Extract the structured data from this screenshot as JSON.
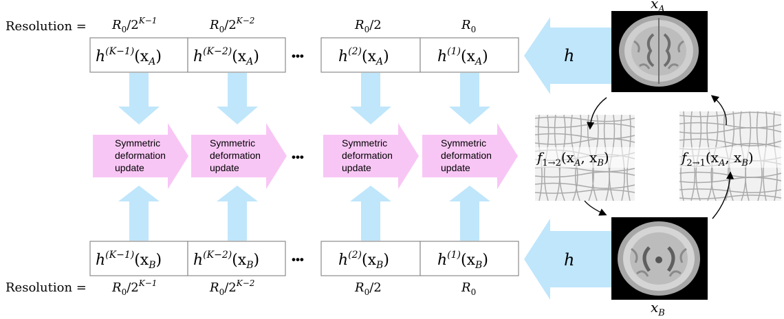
{
  "resolution_label": "Resolution =",
  "resolutions": {
    "top": [
      {
        "base": "R",
        "sub": "0",
        "rest": "/2",
        "sup": "K−1"
      },
      {
        "base": "R",
        "sub": "0",
        "rest": "/2",
        "sup": "K−2"
      },
      {
        "base": "R",
        "sub": "0",
        "rest": "/2",
        "sup": ""
      },
      {
        "base": "R",
        "sub": "0",
        "rest": "",
        "sup": ""
      }
    ],
    "bottom": [
      {
        "base": "R",
        "sub": "0",
        "rest": "/2",
        "sup": "K−1"
      },
      {
        "base": "R",
        "sub": "0",
        "rest": "/2",
        "sup": "K−2"
      },
      {
        "base": "R",
        "sub": "0",
        "rest": "/2",
        "sup": ""
      },
      {
        "base": "R",
        "sub": "0",
        "rest": "",
        "sup": ""
      }
    ]
  },
  "features": {
    "top": [
      {
        "h": "h",
        "sup": "(K−1)",
        "arg": "(x",
        "argsub": "A",
        "close": ")"
      },
      {
        "h": "h",
        "sup": "(K−2)",
        "arg": "(x",
        "argsub": "A",
        "close": ")"
      },
      {
        "h": "h",
        "sup": "(2)",
        "arg": "(x",
        "argsub": "A",
        "close": ")"
      },
      {
        "h": "h",
        "sup": "(1)",
        "arg": "(x",
        "argsub": "A",
        "close": ")"
      }
    ],
    "bottom": [
      {
        "h": "h",
        "sup": "(K−1)",
        "arg": "(x",
        "argsub": "B",
        "close": ")"
      },
      {
        "h": "h",
        "sup": "(K−2)",
        "arg": "(x",
        "argsub": "B",
        "close": ")"
      },
      {
        "h": "h",
        "sup": "(2)",
        "arg": "(x",
        "argsub": "B",
        "close": ")"
      },
      {
        "h": "h",
        "sup": "(1)",
        "arg": "(x",
        "argsub": "B",
        "close": ")"
      }
    ]
  },
  "ellipsis": "•••",
  "update_block": [
    "Symmetric",
    "deformation",
    "update"
  ],
  "encoder_label": "h",
  "images": {
    "top": {
      "x": "x",
      "sub": "A"
    },
    "bottom": {
      "x": "x",
      "sub": "B"
    }
  },
  "deformations": {
    "forward": {
      "f": "f",
      "sub": "1→2",
      "args": "(x",
      "a": "A",
      "mid": ", x",
      "b": "B",
      "close": ")"
    },
    "backward": {
      "f": "f",
      "sub": "2→1",
      "args": "(x",
      "a": "A",
      "mid": ", x",
      "b": "B",
      "close": ")"
    }
  },
  "colors": {
    "feature_arrow": "#bfe6fb",
    "update_arrow": "#f8c6f5",
    "box_border": "#8a8a8a",
    "grid_line": "#a9a9a9"
  }
}
